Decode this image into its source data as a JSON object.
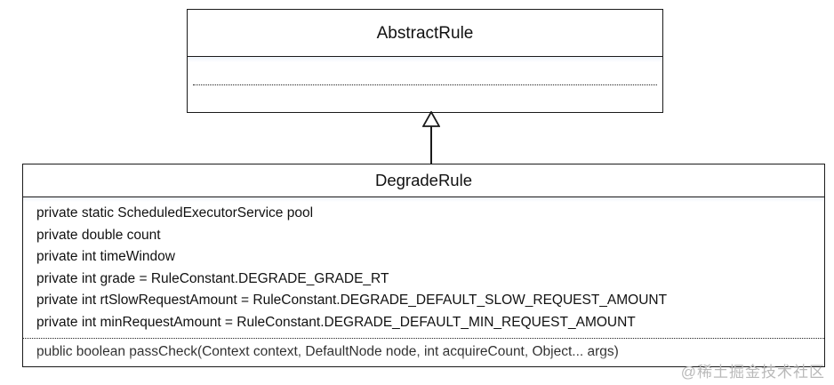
{
  "diagram": {
    "type": "uml-class-diagram",
    "relationship": "generalization",
    "classes": [
      {
        "id": "abstract-rule",
        "name": "AbstractRule",
        "attributes": [],
        "operations": []
      },
      {
        "id": "degrade-rule",
        "name": "DegradeRule",
        "attributes": [
          "private static ScheduledExecutorService pool",
          "private double count",
          "private int timeWindow",
          "private int grade = RuleConstant.DEGRADE_GRADE_RT",
          "private int rtSlowRequestAmount = RuleConstant.DEGRADE_DEFAULT_SLOW_REQUEST_AMOUNT",
          "private int minRequestAmount = RuleConstant.DEGRADE_DEFAULT_MIN_REQUEST_AMOUNT"
        ],
        "operations": [
          "public boolean passCheck(Context context, DefaultNode node, int acquireCount, Object... args)"
        ]
      }
    ]
  },
  "watermark": {
    "text": "@稀土掘金技术社区"
  },
  "colors": {
    "border": "#1a1a1a",
    "text": "#111111",
    "background": "#ffffff",
    "compartment_sheen": "#eef3fa",
    "watermark": "#b9b9b9"
  }
}
